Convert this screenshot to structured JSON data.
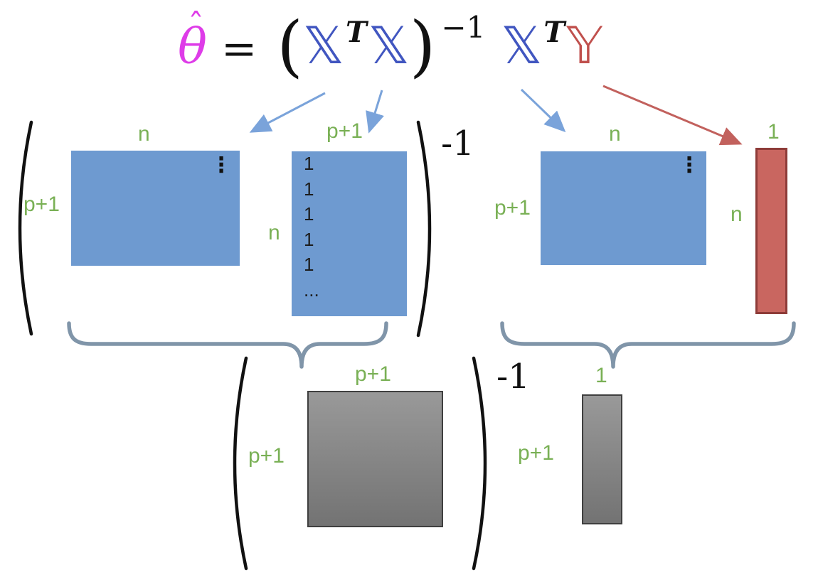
{
  "colors": {
    "magenta": "#de3ce8",
    "formula-blue": "#4156c0",
    "formula-red": "#c0504d",
    "matrix-blue": "#6e9ad0",
    "vector-red-fill": "#c96660",
    "vector-red-border": "#8e3c39",
    "gray-top": "#999999",
    "gray-bottom": "#737373",
    "gray-border": "#3f3f3f",
    "label-green": "#79b055",
    "brace-slate": "#8095a9",
    "arrow-blue": "#7aa3da",
    "arrow-red": "#c2615d",
    "ink": "#111111"
  },
  "formula": {
    "theta": "θ",
    "hat": "ˆ",
    "equals": "=",
    "lparen": "(",
    "x1": "𝕏",
    "transpose1": "T",
    "x2": "𝕏",
    "rparen": ")",
    "inverse": "−1",
    "x3": "𝕏",
    "transpose2": "T",
    "y": "𝕐"
  },
  "exponents": {
    "left_group": "-1",
    "bottom_group": "-1"
  },
  "matrices": {
    "xt_left": {
      "cols_label": "n",
      "rows_label": "p+1"
    },
    "x_tall": {
      "cols_label": "p+1",
      "rows_label": "n",
      "ones": [
        "1",
        "1",
        "1",
        "1",
        "1",
        "..."
      ]
    },
    "xt_right": {
      "cols_label": "n",
      "rows_label": "p+1"
    },
    "y_vector": {
      "cols_label": "1",
      "rows_label": "n"
    },
    "xtx_result": {
      "cols_label": "p+1",
      "rows_label": "p+1"
    },
    "xty_result": {
      "cols_label": "1",
      "rows_label": "p+1"
    }
  },
  "glyphs": {
    "vdots": "⋮"
  }
}
